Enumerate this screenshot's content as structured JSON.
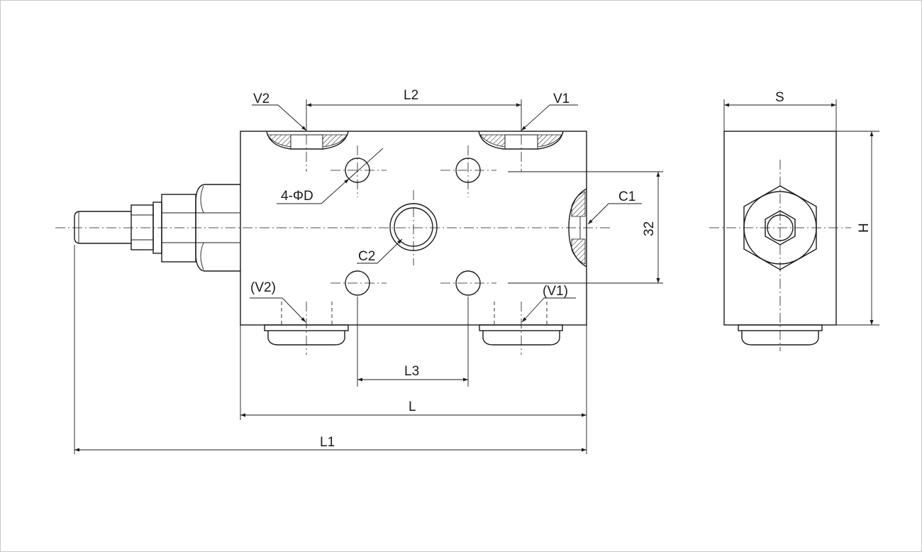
{
  "labels": {
    "v2_top": "V2",
    "l2": "L2",
    "v1_top": "V1",
    "hole_dia": "4-ΦD",
    "c1": "C1",
    "c2": "C2",
    "dim_32": "32",
    "v2_bottom": "(V2)",
    "v1_bottom": "(V1)",
    "l3": "L3",
    "l": "L",
    "l1": "L1",
    "s": "S",
    "h": "H"
  },
  "colors": {
    "line": "#1a1a1a",
    "frame": "#c8c8c8",
    "background": "#ffffff"
  }
}
